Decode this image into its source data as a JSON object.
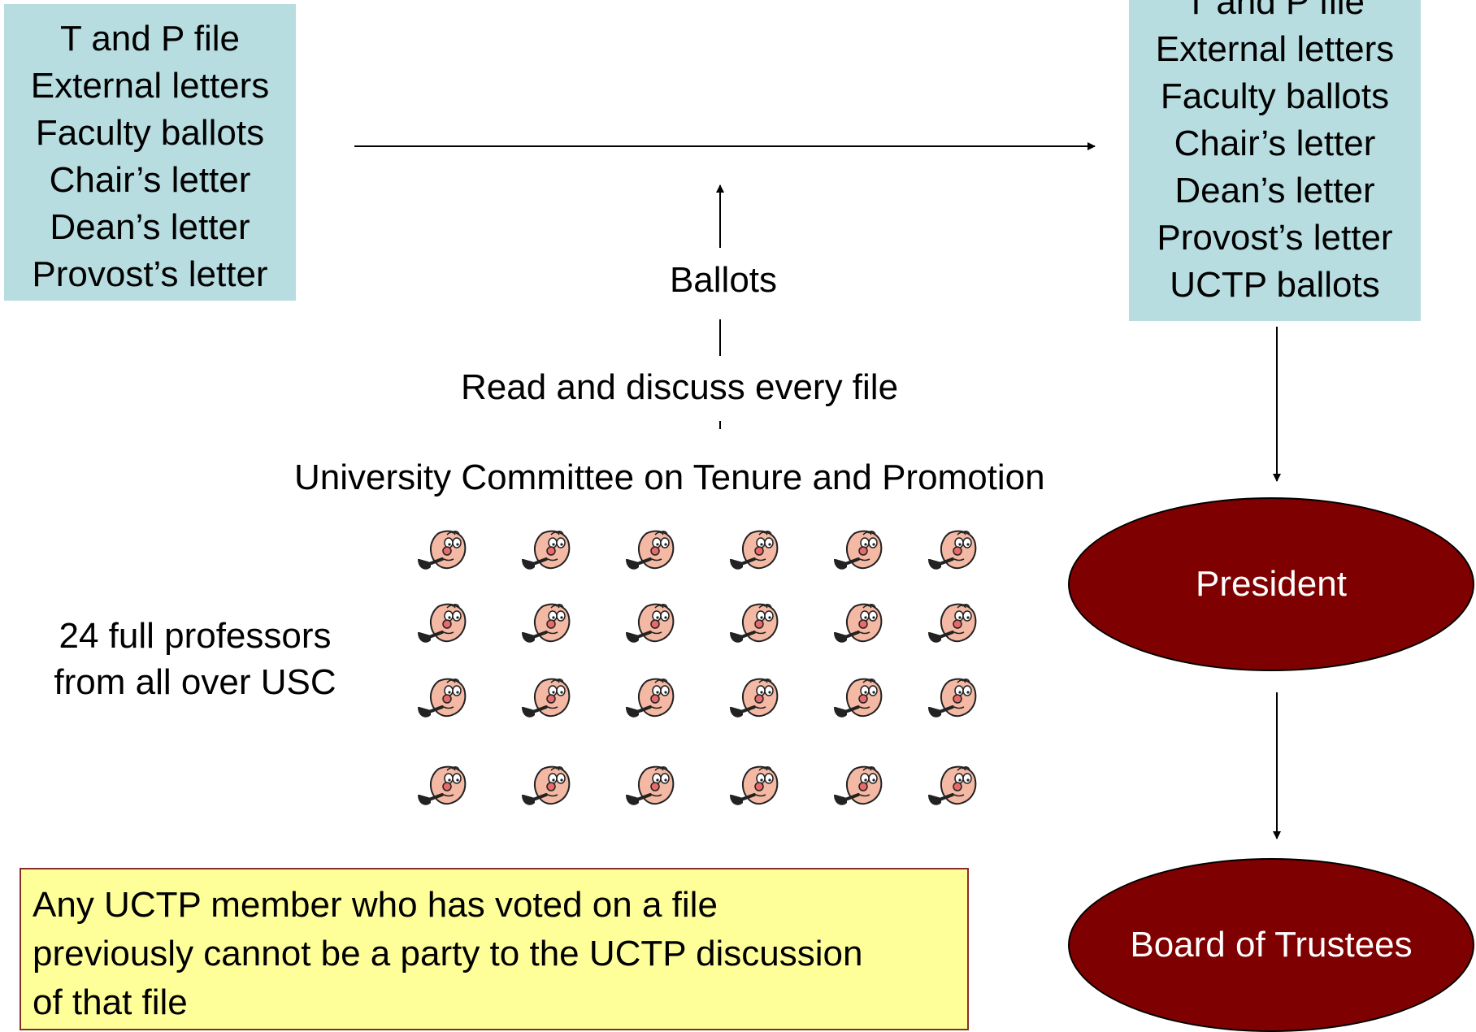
{
  "left_box": {
    "lines": [
      "T and P file",
      "External letters",
      "Faculty ballots",
      "Chair’s letter",
      "Dean’s letter",
      "Provost’s letter"
    ]
  },
  "right_box": {
    "lines": [
      "T and P file",
      "External letters",
      "Faculty ballots",
      "Chair’s letter",
      "Dean’s letter",
      "Provost’s letter",
      "UCTP ballots"
    ]
  },
  "labels": {
    "ballots": "Ballots",
    "read_discuss": "Read  and discuss every file",
    "committee": "University Committee on Tenure and Promotion",
    "count_line1": "24 full professors",
    "count_line2": "from all over USC"
  },
  "nodes": {
    "president": "President",
    "board": "Board of Trustees"
  },
  "note": {
    "lines": [
      "Any UCTP member who has voted on a file",
      "previously cannot be a party to  the UCTP discussion",
      "of that file"
    ]
  },
  "committee_grid": {
    "rows": 4,
    "cols": 6,
    "icon": "professor-with-pipe-icon"
  },
  "colors": {
    "box": "#b7dde1",
    "node": "#7f0000",
    "note": "#ffff99"
  }
}
